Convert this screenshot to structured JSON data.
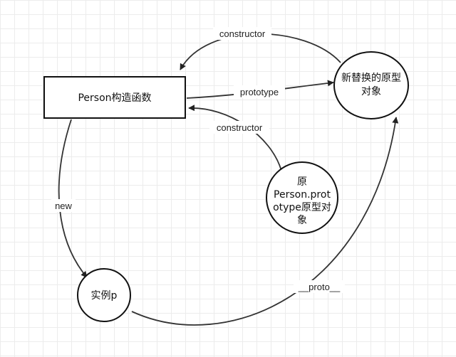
{
  "nodes": {
    "person": "Person构造函数",
    "new_proto": [
      "新替换的原型",
      "对象"
    ],
    "orig_proto": [
      "原",
      "Person.prot",
      "otype原型对",
      "象"
    ],
    "instance": "实例p"
  },
  "edges": {
    "constructor_top": "constructor",
    "prototype": "prototype",
    "constructor_mid": "constructor",
    "new": "new",
    "proto": "__proto__"
  }
}
